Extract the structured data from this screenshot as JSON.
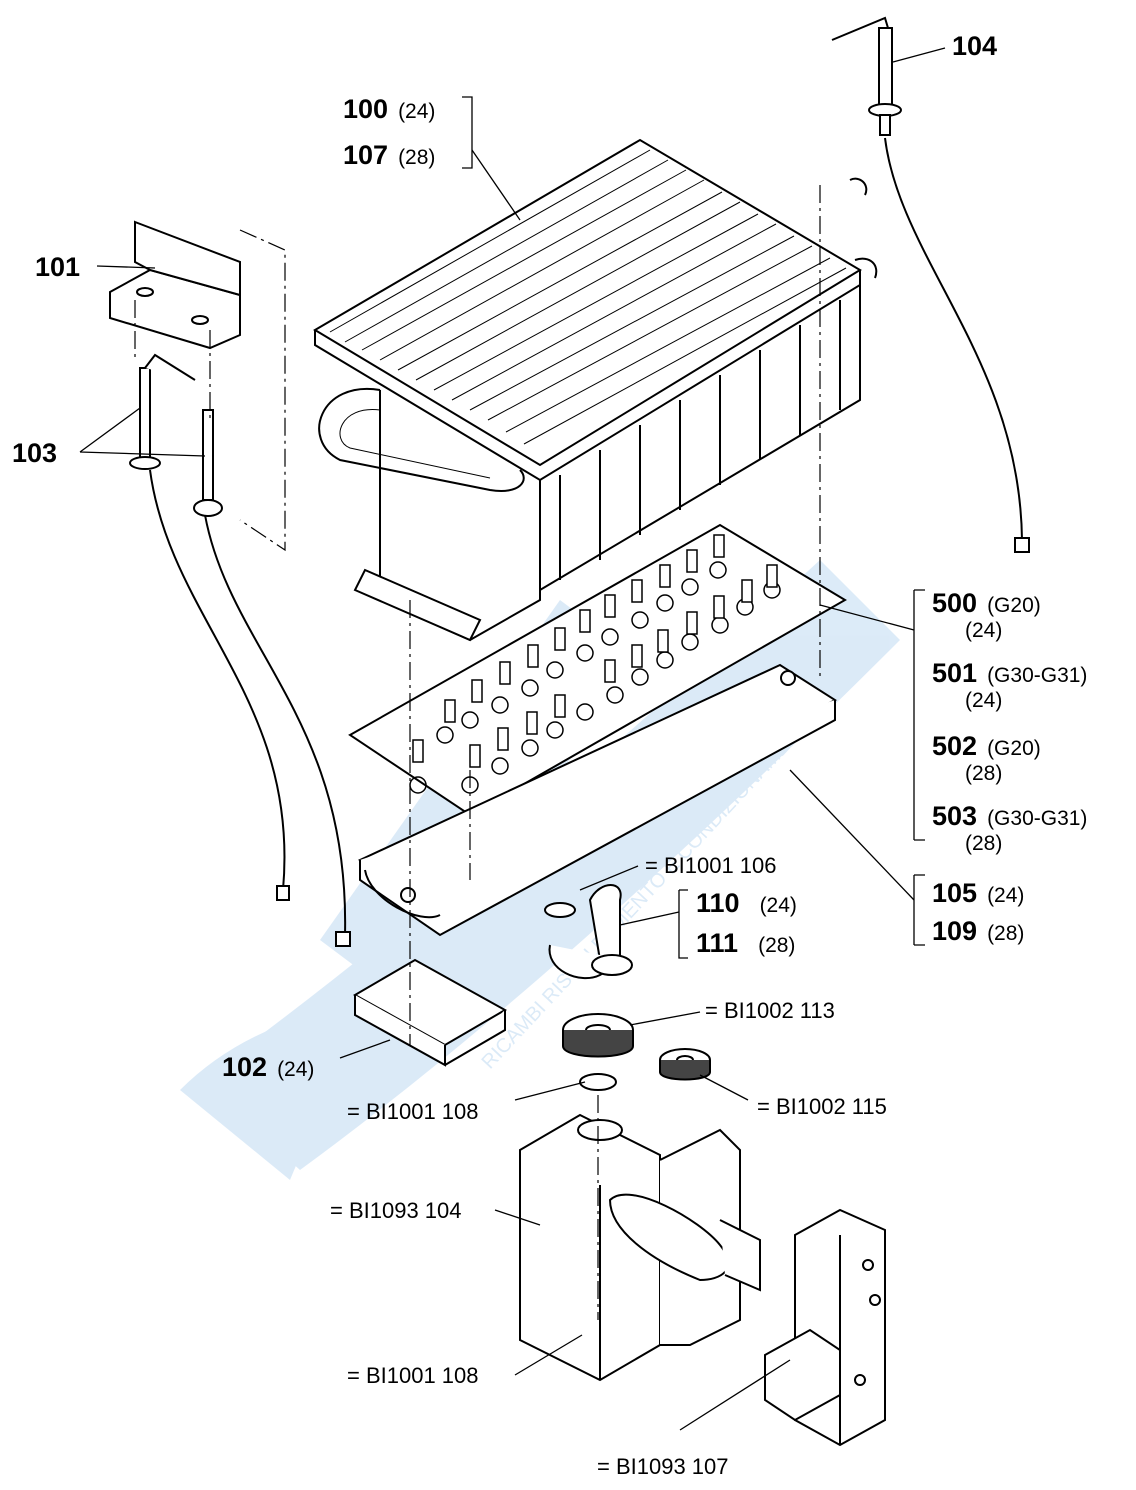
{
  "labels": {
    "p100": {
      "num": "100",
      "note": "(24)"
    },
    "p107": {
      "num": "107",
      "note": "(28)"
    },
    "p101": {
      "num": "101"
    },
    "p103": {
      "num": "103"
    },
    "p104": {
      "num": "104"
    },
    "p500": {
      "num": "500",
      "note": "(G20)",
      "note2": "(24)"
    },
    "p501": {
      "num": "501",
      "note": "(G30-G31)",
      "note2": "(24)"
    },
    "p502": {
      "num": "502",
      "note": "(G20)",
      "note2": "(28)"
    },
    "p503": {
      "num": "503",
      "note": "(G30-G31)",
      "note2": "(28)"
    },
    "p105": {
      "num": "105",
      "note": "(24)"
    },
    "p109": {
      "num": "109",
      "note": "(28)"
    },
    "p110": {
      "num": "110",
      "note": "(24)"
    },
    "p111": {
      "num": "111",
      "note": "(28)"
    },
    "p102": {
      "num": "102",
      "note": "(24)"
    }
  },
  "refs": {
    "r106": "= BI1001 106",
    "r113": "= BI1002 113",
    "r115": "= BI1002 115",
    "r108a": "= BI1001 108",
    "r104": "= BI1093 104",
    "r108b": "= BI1001 108",
    "r107": "= BI1093 107"
  },
  "watermark": {
    "text": "RICAMBI RISCALDAMENTO E CONDIZIONAMENTO",
    "color": "#3f8fd8"
  }
}
